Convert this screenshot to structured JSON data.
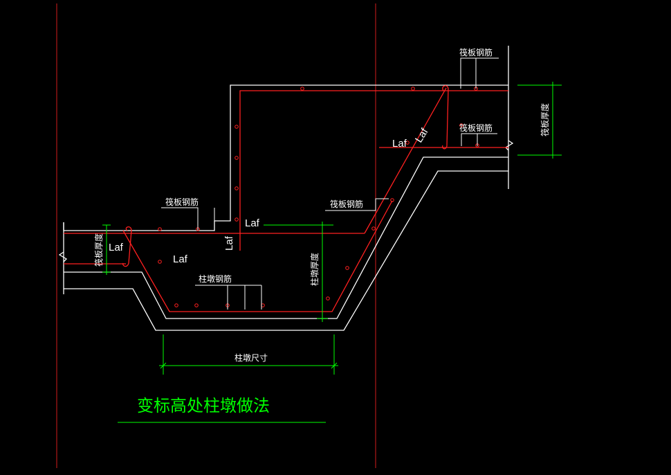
{
  "colors": {
    "background": "#000000",
    "outline": "#ffffff",
    "rebar": "#ff2020",
    "dimension": "#00ff00",
    "axis": "#b01818",
    "title": "#00ff00",
    "dot": "#ff2020"
  },
  "labels": {
    "raft_rebar": "筏板钢筋",
    "pier_rebar": "柱墩钢筋",
    "laf": "Laf",
    "raft_thickness": "筏板厚度",
    "pier_thickness": "柱墩厚度",
    "pier_size": "柱墩尺寸"
  },
  "title": "变标高处柱墩做法"
}
